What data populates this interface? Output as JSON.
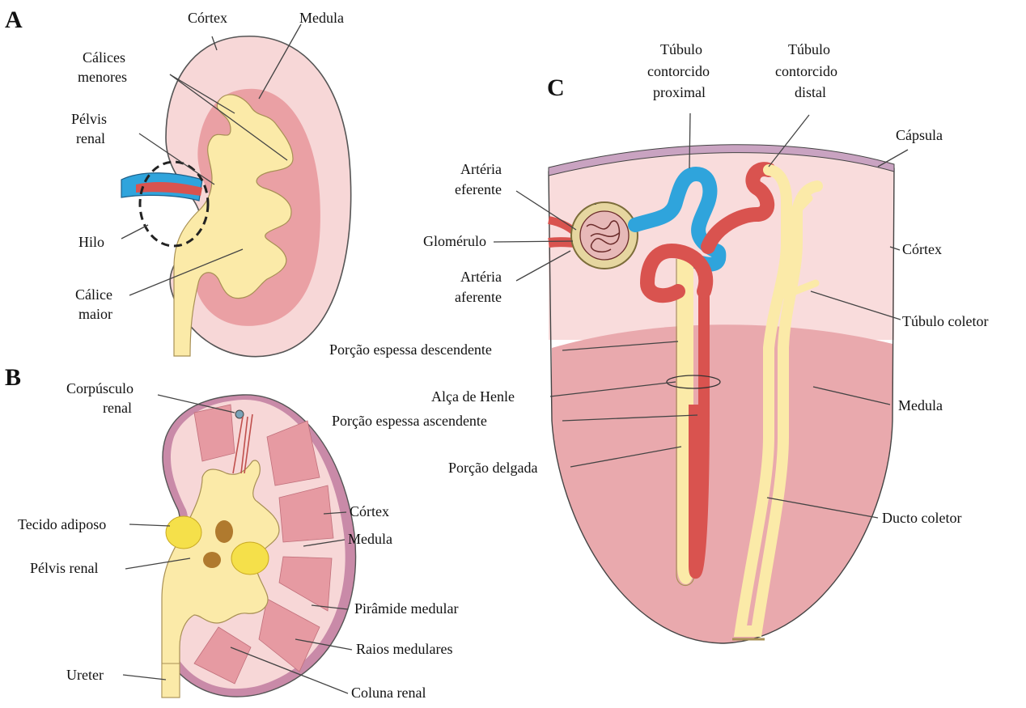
{
  "panels": {
    "a": "A",
    "b": "B",
    "c": "C"
  },
  "panel_a": {
    "cortex": "Córtex",
    "medula": "Medula",
    "calices_menores_1": "Cálices",
    "calices_menores_2": "menores",
    "pelvis_1": "Pélvis",
    "pelvis_2": "renal",
    "hilo": "Hilo",
    "calice_maior_1": "Cálice",
    "calice_maior_2": "maior"
  },
  "panel_b": {
    "corpusculo_1": "Corpúsculo",
    "corpusculo_2": "renal",
    "tecido_adiposo": "Tecido adiposo",
    "pelvis_renal": "Pélvis renal",
    "ureter": "Ureter",
    "cortex": "Córtex",
    "medula": "Medula",
    "piramide": "Pirâmide medular",
    "raios": "Raios medulares",
    "coluna": "Coluna renal"
  },
  "panel_c": {
    "tcp_1": "Túbulo",
    "tcp_2": "contorcido",
    "tcp_3": "proximal",
    "tcd_1": "Túbulo",
    "tcd_2": "contorcido",
    "tcd_3": "distal",
    "capsula": "Cápsula",
    "arteria_eferente_1": "Artéria",
    "arteria_eferente_2": "eferente",
    "glomerulo": "Glomérulo",
    "arteria_aferente_1": "Artéria",
    "arteria_aferente_2": "aferente",
    "cortex": "Córtex",
    "tubulo_coletor": "Túbulo coletor",
    "porcao_descendente": "Porção espessa descendente",
    "alca_henle": "Alça de Henle",
    "porcao_ascendente": "Porção espessa ascendente",
    "porcao_delgada": "Porção delgada",
    "medula": "Medula",
    "ducto_coletor": "Ducto coletor"
  },
  "colors": {
    "cortex_pink": "#f7d7d7",
    "medulla_pink": "#eaa0a4",
    "pelvis_yellow": "#fbeaa8",
    "tubule_red": "#d9534f",
    "tubule_blue": "#2fa4dc",
    "fat_yellow": "#f5e04a",
    "capsule_purple": "#c9a3c1"
  }
}
